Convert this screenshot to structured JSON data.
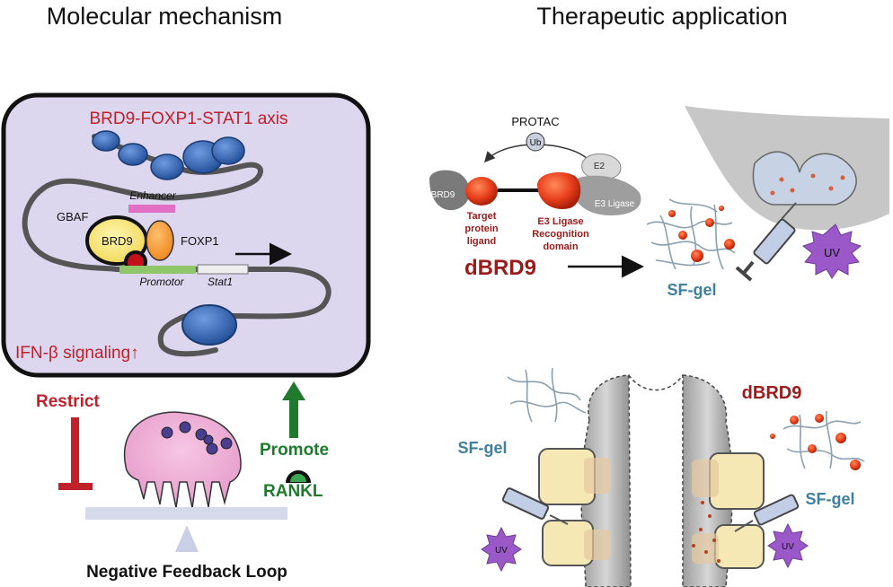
{
  "left": {
    "heading": "Molecular mechanism",
    "axis_title": "BRD9-FOXP1-STAT1 axis",
    "labels": {
      "gbaf": "GBAF",
      "brd9": "BRD9",
      "foxp1": "FOXP1",
      "enhancer": "Enhancer",
      "promotor": "Promotor",
      "stat1": "Stat1",
      "ifn": "IFN-β signaling↑"
    },
    "restrict": "Restrict",
    "promote": "Promote",
    "rankl": "RANKL",
    "feedback": "Negative Feedback Loop"
  },
  "right": {
    "heading": "Therapeutic application",
    "protac": "PROTAC",
    "ub": "Ub",
    "e2": "E2",
    "brd9": "BRD9",
    "e3_ligase": "E3 Ligase",
    "target_ligand": [
      "Target",
      "protein",
      "ligand"
    ],
    "e3_domain": [
      "E3 Ligase",
      "Recognition",
      "domain"
    ],
    "dbrd9": "dBRD9",
    "sfgel": "SF-gel",
    "uv": "UV",
    "bottom_sfgel_left": "SF-gel",
    "bottom_dbrd9": "dBRD9",
    "bottom_sfgel_right": "SF-gel",
    "uv_left": "UV",
    "uv_right": "UV"
  },
  "colors": {
    "red_text": "#c0202a",
    "dark_red": "#9b1b1b",
    "green": "#1f7a2e",
    "teal": "#3f7f9f",
    "panel_fill": "#dcd6ef",
    "uv_purple": "#9a58c8"
  }
}
